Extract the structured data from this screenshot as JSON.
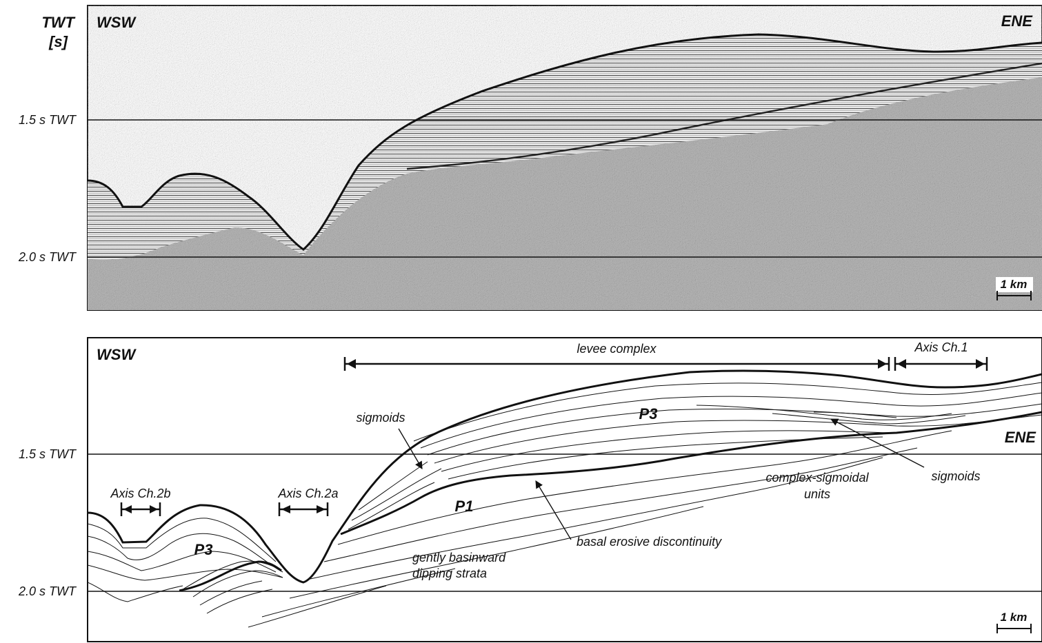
{
  "axis": {
    "unit_line1": "TWT",
    "unit_line2": "[s]",
    "tick_upper": "1.5 s TWT",
    "tick_lower": "2.0 s TWT"
  },
  "top_panel": {
    "left_direction": "WSW",
    "right_direction": "ENE",
    "scale_bar": "1 km"
  },
  "bottom_panel": {
    "left_direction": "WSW",
    "right_direction": "ENE",
    "scale_bar": "1 km",
    "spans": {
      "levee_complex": "levee complex",
      "axis_ch1": "Axis Ch.1",
      "axis_ch2b": "Axis Ch.2b",
      "axis_ch2a": "Axis Ch.2a"
    },
    "units": {
      "p3_main": "P3",
      "p3_left": "P3",
      "p1": "P1"
    },
    "annotations": {
      "sigmoids_left": "sigmoids",
      "sigmoids_right": "sigmoids",
      "complex_sigmoidal_1": "complex-sigmoidal",
      "complex_sigmoidal_2": "units",
      "basal_erosive": "basal erosive discontinuity",
      "gently_1": "gently basinward",
      "gently_2": "dipping strata"
    }
  },
  "colors": {
    "ink": "#111111",
    "background": "#ffffff"
  }
}
